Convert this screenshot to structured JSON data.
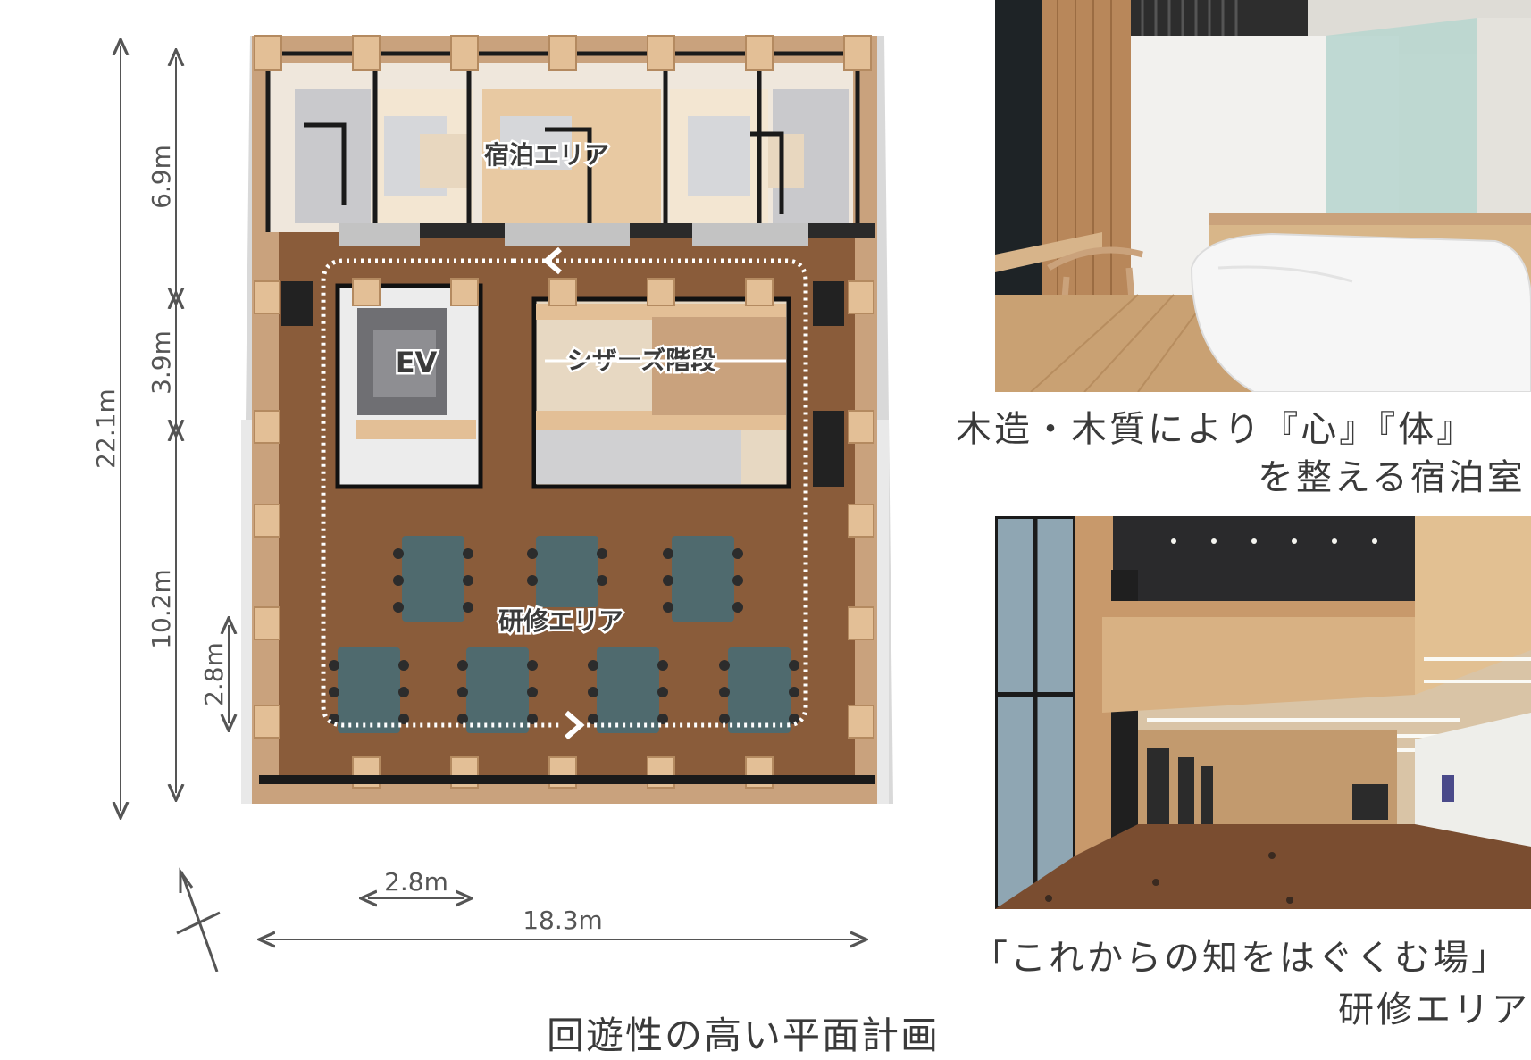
{
  "plan": {
    "caption": "回遊性の高い平面計画",
    "areas": {
      "lodging": "宿泊エリア",
      "elevator": "EV",
      "stairs": "シザーズ階段",
      "training": "研修エリア"
    },
    "dimensions": {
      "total_height": "22.1m",
      "lodging_depth": "6.9m",
      "core_depth": "3.9m",
      "training_depth": "10.2m",
      "bay_height": "2.8m",
      "bay_width": "2.8m",
      "total_width": "18.3m"
    },
    "north_icon": "north-arrow-icon"
  },
  "photos": {
    "room": {
      "caption_line1": "木造・木質により『心』『体』",
      "caption_line2": "を整える宿泊室"
    },
    "hall": {
      "caption_line1": "「これからの知をはぐくむ場」",
      "caption_line2": "研修エリア"
    }
  },
  "colors": {
    "floor": "#8a5c3a",
    "timber": "#e3bf96",
    "table": "#4f6a6e",
    "wall": "#1a1a1a"
  }
}
